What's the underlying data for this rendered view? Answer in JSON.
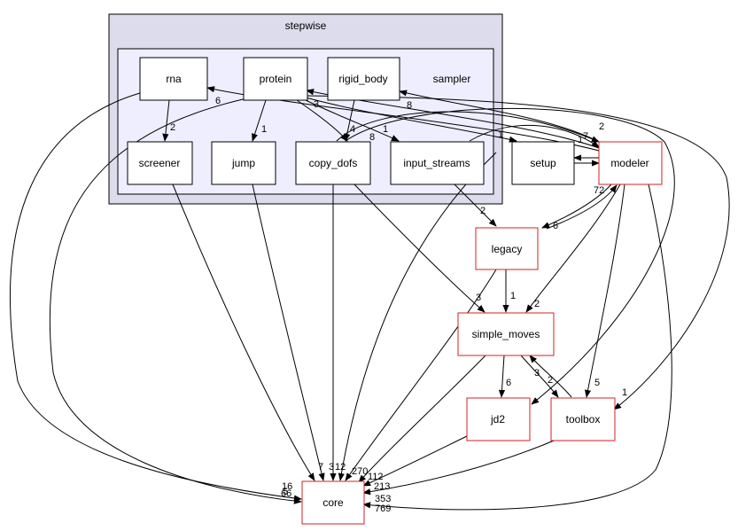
{
  "clusters": {
    "stepwise": "stepwise",
    "sampler": "sampler"
  },
  "nodes": {
    "rna": "rna",
    "protein": "protein",
    "rigid_body": "rigid_body",
    "screener": "screener",
    "jump": "jump",
    "copy_dofs": "copy_dofs",
    "input_streams": "input_streams",
    "setup": "setup",
    "modeler": "modeler",
    "legacy": "legacy",
    "simple_moves": "simple_moves",
    "jd2": "jd2",
    "toolbox": "toolbox",
    "core": "core"
  },
  "edge_labels": {
    "rna_screener": "2",
    "protein_jump": "1",
    "rigid_body_copy_dofs": "4",
    "protein_copy_dofs": "8",
    "protein_input_streams": "1",
    "protein_setup": "1",
    "modeler_rna": "6",
    "modeler_protein": "3",
    "modeler_rigid_body": "8",
    "copy_dofs_modeler": "2",
    "setup_modeler": "7",
    "modeler_setup": "1",
    "input_streams_legacy": "2",
    "modeler_legacy": "6",
    "legacy_modeler": "72",
    "legacy_simple_moves": "1",
    "copy_dofs_simple_moves": "3",
    "modeler_simple_moves": "2",
    "simple_moves_jd2": "6",
    "simple_moves_toolbox": "3",
    "toolbox_simple_moves": "2",
    "modeler_toolbox": "5",
    "protein_toolbox": "1",
    "rna_core": "16",
    "protein_core": "66",
    "screener_core": "5",
    "jump_core": "7",
    "copy_dofs_core": "3",
    "input_streams_core": "12",
    "legacy_core": "270",
    "simple_moves_core": "112",
    "jd2_core": "213",
    "toolbox_core": "353",
    "modeler_core": "769"
  },
  "colors": {
    "cluster_outer_fill": "#dcdcec",
    "cluster_inner_fill": "#eeeeff",
    "external_node_border": "#d42020",
    "internal_node_border": "#000000"
  }
}
